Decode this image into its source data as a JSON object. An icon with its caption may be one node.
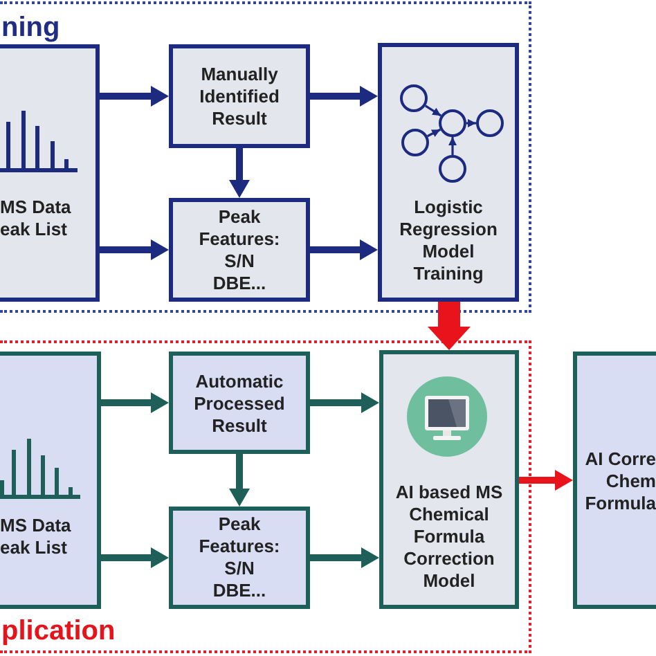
{
  "diagram": {
    "nodes": [
      {
        "text": [
          "ning"
        ]
      },
      {
        "text": [
          "MS Data eak List"
        ],
        "in": 0
      },
      {
        "text": [
          "Manually Identified Result"
        ],
        "in": 0
      },
      {
        "text": [
          "Peak Features: S/N DBE..."
        ],
        "in": 0
      },
      {
        "text": [
          "Logistic Regression Model Training"
        ],
        "in": 0
      },
      {
        "text": [
          "plication"
        ]
      },
      {
        "text": [
          "MS Data eak List"
        ],
        "in": 5
      },
      {
        "text": [
          "Automatic Processed Result"
        ],
        "in": 5
      },
      {
        "text": [
          "Peak Features: S/N DBE..."
        ],
        "in": 5
      },
      {
        "text": [
          "AI based MS Chemical Formula Correction Model"
        ],
        "in": 5
      },
      {
        "text": [
          "AI Corre Chem Formula"
        ]
      }
    ],
    "edges": [
      {
        "from": 1,
        "to": 2,
        "arrow": "to"
      },
      {
        "from": 1,
        "to": 3,
        "arrow": "to"
      },
      {
        "from": 2,
        "to": 3,
        "arrow": "to"
      },
      {
        "from": 2,
        "to": 4,
        "arrow": "to"
      },
      {
        "from": 3,
        "to": 4,
        "arrow": "to"
      },
      {
        "from": 4,
        "to": 9,
        "arrow": "to",
        "style": "thick",
        "color": "#e8131b"
      },
      {
        "from": 6,
        "to": 7,
        "arrow": "to",
        "color": "#1e5f5a"
      },
      {
        "from": 6,
        "to": 8,
        "arrow": "to",
        "color": "#1e5f5a"
      },
      {
        "from": 7,
        "to": 8,
        "arrow": "to",
        "color": "#1e5f5a"
      },
      {
        "from": 7,
        "to": 9,
        "arrow": "to",
        "color": "#1e5f5a"
      },
      {
        "from": 8,
        "to": 9,
        "arrow": "to",
        "color": "#1e5f5a"
      },
      {
        "from": 9,
        "to": 10,
        "arrow": "to",
        "color": "#e8131b"
      }
    ]
  }
}
